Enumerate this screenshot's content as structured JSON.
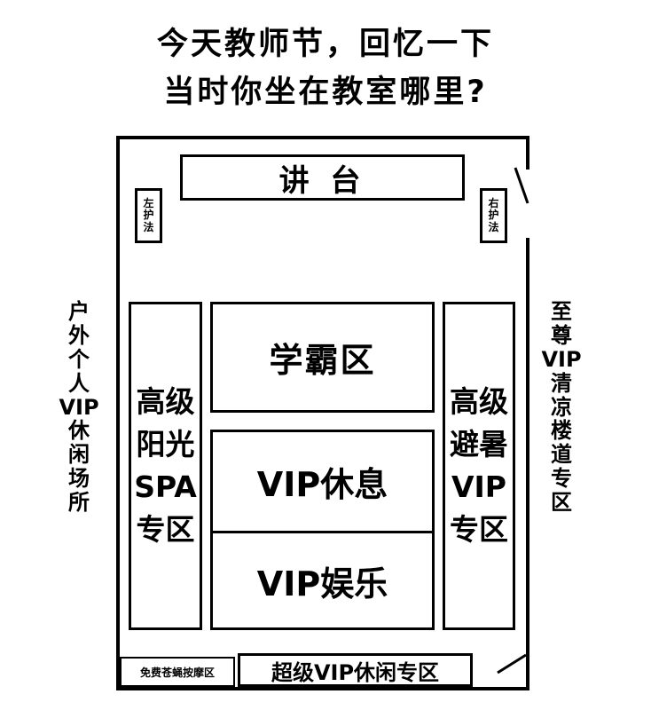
{
  "title": {
    "line1": "今天教师节，回忆一下",
    "line2": "当时你坐在教室哪里?"
  },
  "podium": "讲 台",
  "left_guard": [
    "左",
    "护",
    "法"
  ],
  "right_guard": [
    "右",
    "护",
    "法"
  ],
  "outdoor_label": [
    "户",
    "外",
    "个",
    "人",
    "VIP",
    "休",
    "闲",
    "场",
    "所"
  ],
  "stairwell_label": [
    "至",
    "尊",
    "VIP",
    "清",
    "凉",
    "楼",
    "道",
    "专",
    "区"
  ],
  "left_column": [
    "高级",
    "阳光",
    "SPA",
    "专区"
  ],
  "right_column": [
    "高级",
    "避暑",
    "VIP",
    "专区"
  ],
  "center_top": "学霸区",
  "center_middle": "VIP休息",
  "center_bottom": "VIP娱乐",
  "bottom_left": "免费苍蝇按摩区",
  "bottom_center": "超级VIP休闲专区"
}
